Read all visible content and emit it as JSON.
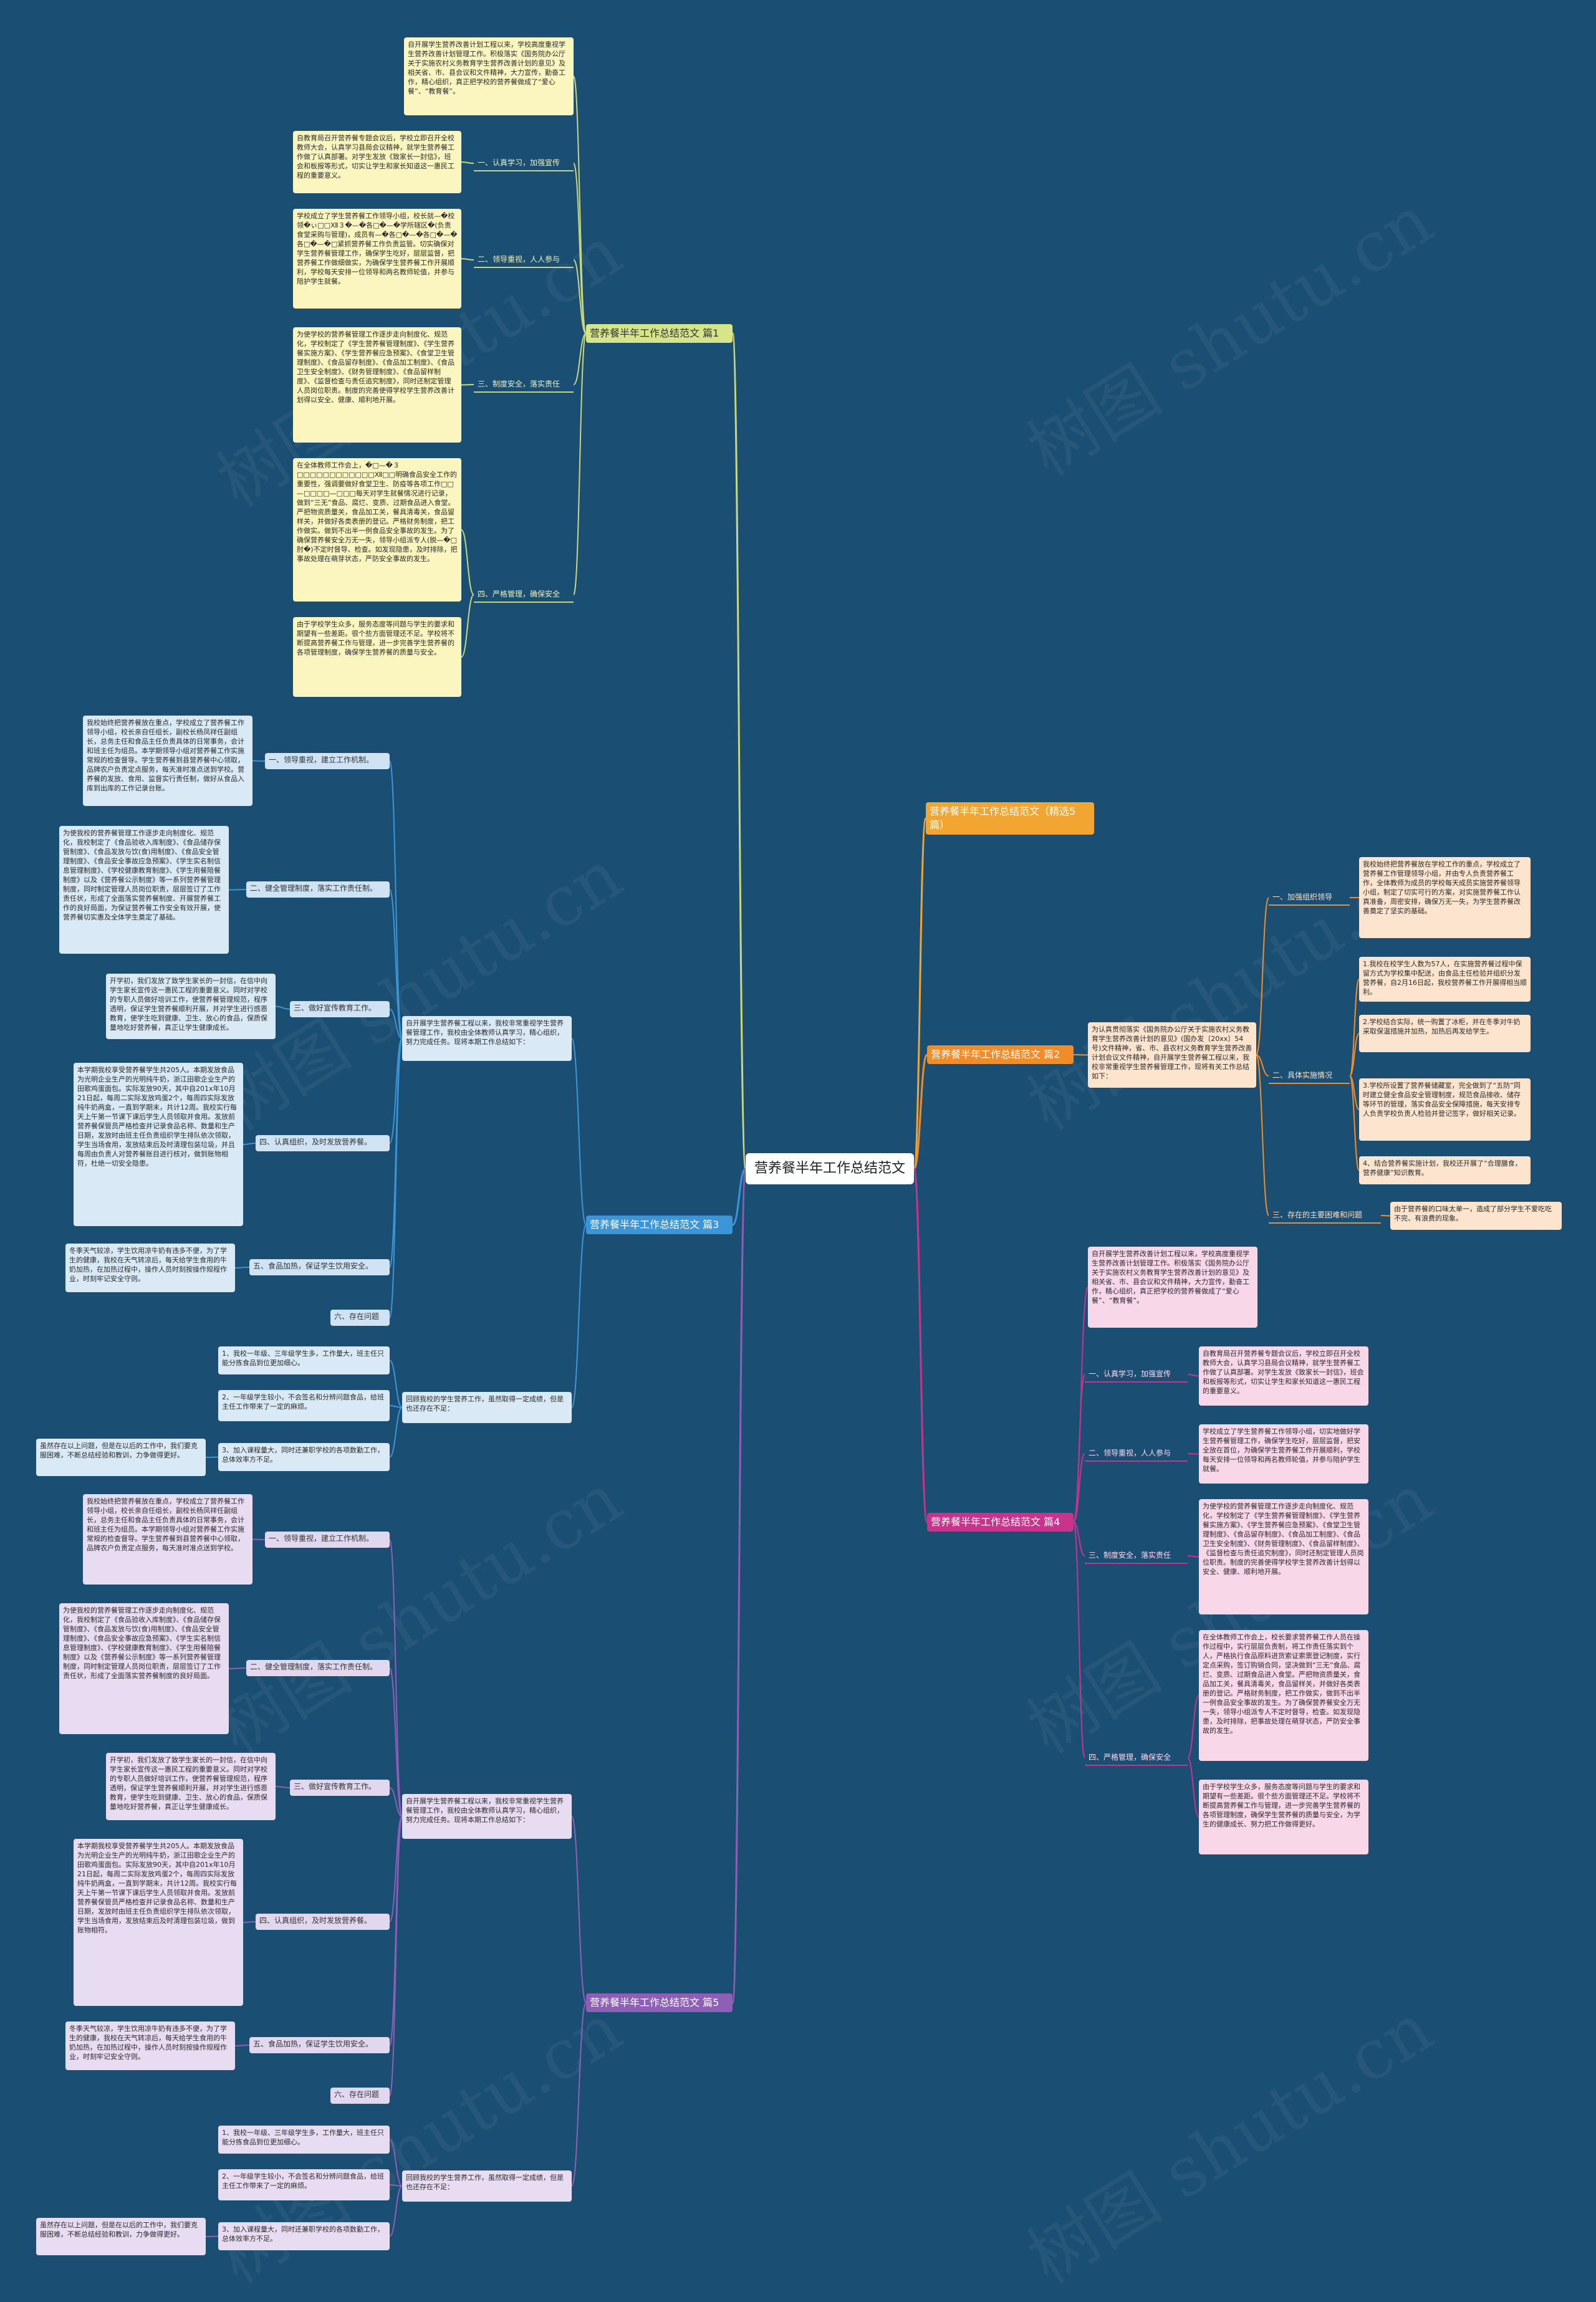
{
  "root": {
    "title": "营养餐半年工作总结范文"
  },
  "watermark": "树图 shutu.cn",
  "branches": {
    "p1": "营养餐半年工作总结范文 篇1",
    "top": "营养餐半年工作总结范文（精选5篇）",
    "p2": "营养餐半年工作总结范文 篇2",
    "p3": "营养餐半年工作总结范文 篇3",
    "p4": "营养餐半年工作总结范文 篇4",
    "p5": "营养餐半年工作总结范文 篇5"
  },
  "p1": {
    "intro": "自开展学生营养改善计划工程以来，学校高度重视学生营养改善计划管理工作。积极落实《国务院办公厅关于实施农村义务教育学生营养改善计划的意见》及相关省、市、县会议和文件精神，大力宣传，勤奋工作，精心组织，真正把学校的营养餐做成了“爱心餐”、“教育餐”。",
    "s1_label": "一、认真学习，加强宣传",
    "s1_text": "自教育局召开营养餐专题会议后，学校立即召开全校教师大会，认真学习县局会议精神，就学生营养餐工作做了认真部署。对学生发放《致家长一封信》，班会和板报等形式，切实让学生和家长知道这一惠民工程的重要意义。",
    "s2_label": "二、领导重视，人人参与",
    "s2_text": "学校成立了学生营养餐工作领导小组，校长就—�校领�ぃ□□Ⅻ３�—�各□�—�学所辖区�(负责食堂采购与管理)，成员有—�各□�—�各□�—�各□�—�□紧抓营养餐工作负责监管。切实确保对学生营养餐管理工作，确保学生吃好，层层监督，把营养餐工作做细做实，为确保学生营养餐工作开展顺利，学校每天安排一位领导和两名教师轮值，并参与陪护学生就餐。",
    "s3_label": "三、制度安全，落实责任",
    "s3_text": "为使学校的营养餐管理工作逐步走向制度化、规范化，学校制定了《学生营养餐管理制度》、《学生营养餐实施方案》、《学生营养餐应急预案》、《食堂卫生管理制度》、《食品留存制度》、《食品加工制度》、《食品卫生安全制度》、《财务管理制度》、《食品留样制度》、《监督检查与责任追究制度》，同时还制定管理人员岗位职责。制度的完善使得学校学生营养改善计划得以安全、健康、顺利地开展。",
    "s4_label": "四、严格管理，确保安全",
    "s4_text": "在全体教师工作会上，�□—�３□□□□□□□□□□□□Ⅻ□□明确食品安全工作的重要性，强调要做好食堂卫生、防疫等各项工作□□—□□□□—□□□每天对学生就餐情况进行记录，做到“三无”食品、腐烂、变质、过期食品进入食堂。严把物资质量关，食品加工关，餐具清毒关，食品留样关，并做好各类表册的登记。严格财务制度，把工作做实。做到不出半一例食品安全事故的发生。为了确保营养餐安全万无一失，领导小组派专人(脱—�□肘�)不定时督导、检查。如发现隐患，及时排除，把事故处理在萌芽状态，严防安全事故的发生。",
    "end": "由于学校学生众多，服务态度等问题与学生的要求和期望有一些差距。很个些方面管理还不足。学校将不断提高营养餐工作与管理，进一步完善学生营养餐的各项管理制度，确保学生营养餐的质量与安全。"
  },
  "p2": {
    "intro": "为认真贯彻落实《国务院办公厅关于实施农村义务教育学生营养改善计划的意见》(国办发〔20xx〕54号)文件精神，省、市、县农村义务教育学生营养改善计划会议文件精神，自开展学生营养餐工程以来，我校非常重视学生营养餐管理工作，现将有关工作总结如下：",
    "s1_label": "一、加强组织领导",
    "s1_text": "我校始终把营养餐放在学校工作的重点，学校成立了营养餐工作管理领导小组，并由专人负责营养餐工作，全体教师为成员的学校每天成员实施营养餐领导小组，制定了切实可行的方案，对实施营养餐工作认真准备，周密安排，确保万无一失，为学生营养餐改善奠定了坚实的基础。",
    "s2_label": "二、具体实施情况",
    "s2_items": [
      "1.我校在校学生人数为57人，在实施营养餐过程中保留方式为学校集中配送，由食品主任检验并组织分发营养餐，自2月16日起，我校营养餐工作开展得相当顺利。",
      "2.学校结合实际，统一购置了冰柜，并在冬季对牛奶采取保温措施并加热，加热后再发给学生。",
      "3.学校所设置了营养餐储藏室，完全做到了“五防”同时建立健全食品安全管理制度，规范食品接收、储存等环节的管理，落实食品安全保障措施，每天安排专人负责学校负责人检验并登记签字，做好相关记录。",
      "4、结合营养餐实施计划，我校还开展了“合理膳食，营养健康”知识教育。"
    ],
    "s3_label": "三、存在的主要困难和问题",
    "s3_text": "由于营养餐的口味太单一，造成了部分学生不爱吃吃不完、有浪费的现象。"
  },
  "p3": {
    "s1_label": "一、领导重视，建立工作机制。",
    "s1_text": "我校始终把营养餐放在重点，学校成立了营养餐工作领导小组，校长亲自任组长，副校长杨凤祥任副组长，总务主任和食品主任负责具体的日常事务，会计和班主任为组员。本学期领导小组对营养餐工作实施常规的检查督导。学生营养餐到县营养餐中心领取，品牌农户负责定点服务，每天准时准点送到学校。营养餐的发放、食用、监督实行责任制，做好从食品入库到出库的工作记录台账。",
    "s2_label": "二、健全管理制度，落实工作责任制。",
    "s2_text": "为使我校的营养餐管理工作逐步走向制度化、规范化，我校制定了《食品验收入库制度》、《食品储存保管制度》、《食品发放与饮(食)用制度》、《食品安全管理制度》、《食品安全事故应急预案》、《学生实名制信息管理制度》、《学校健康教育制度》、《学生用餐陪餐制度》以及《营养餐公示制度》等一系列营养餐管理制度，同时制定管理人员岗位职责，层层签订了工作责任状，形成了全面落实营养餐制度、开展营养餐工作的良好局面，为保证营养餐工作安全有效开展，使营养餐切实惠及全体学生奠定了基础。",
    "s3_label": "三、做好宣传教育工作。",
    "s3_text": "开学初，我们发放了致学生家长的一封信，在信中向学生家长宣传这一惠民工程的重要意义。同时对学校的专职人员做好培训工作，使营养餐管理规范，程序透明，保证学生营养餐顺利开展，并对学生进行感恩教育，使学生吃到健康、卫生、放心的食品，保质保量地吃好营养餐，真正让学生健康成长。",
    "s4_label": "四、认真组织，及时发放营养餐。",
    "s4_text": "本学期我校享受营养餐学生共205人。本期发放食品为光明企业生产的光明纯牛奶，浙江田歌企业生产的田歌鸡蛋面包。实际发放90天，其中自201x年10月21日起，每周二实际发放鸡蛋2个，每周四实际发放纯牛奶两盒，一直到学期末，共计12周。我校实行每天上午第一节课下课后学生人员领取并食用。发放前营养餐保管员严格检查并记录食品名称、数量和生产日期，发放时由班主任负责组织学生排队依次领取，学生当场食用，发放结束后及时清理包装垃圾，并且每周由负责人对营养餐账目进行核对，做到账物相符，杜绝一切安全隐患。",
    "s5_label": "五、食品加热，保证学生饮用安全。",
    "s5_text": "冬季天气较凉，学生饮用凉牛奶有违多不便，为了学生的健康，我校在天气转凉后，每天给学生食用的牛奶加热，在加热过程中，操作人员时刻按操作规程作业，时刻牢记安全守则。",
    "s6_label": "六、存在问题",
    "s6_intro": "回顾我校的学生营养工作，虽然取得一定成绩，但是也还存在不足：",
    "s6_items": [
      "1、我校一年级、三年级学生多，工作量大，班主任只能分拣食品到位更加细心。",
      "2、一年级学生较小，不会签名和分辨问题食品，给班主任工作带来了一定的麻烦。",
      "3、加入课程量大，同时还兼职学校的各项数勤工作，总体效率方不足。"
    ],
    "s6_end": "虽然存在以上问题，但是在以后的工作中，我们要克服困难，不断总结经验和教训，力争做得更好。"
  },
  "p4": {
    "intro": "自开展学生营养改善计划工程以来，学校高度重视学生营养改善计划管理工作。积极落实《国务院办公厅关于实施农村义务教育学生营养改善计划的意见》及相关省、市、县会议和文件精神，大力宣传，勤奋工作，精心组织，真正把学校的营养餐做成了“爱心餐”、“教育餐”。",
    "s1_label": "一、认真学习，加强宣传",
    "s1_text": "自教育局召开营养餐专题会议后，学校立即召开全校教师大会，认真学习县局会议精神，就学生营养餐工作做了认真部署。对学生发放《致家长一封信》，班会和板报等形式，切实让学生和家长知道这一惠民工程的重要意义。",
    "s2_label": "二、领导重视，人人参与",
    "s2_text": "学校成立了学生营养餐工作领导小组，切实地做好学生营养餐管理工作，确保学生吃好，层层监督，把安全放在首位，为确保学生营养餐工作开展顺利，学校每天安排一位领导和两名教师轮值，并参与陪护学生就餐。",
    "s3_label": "三、制度安全，落实责任",
    "s3_text": "为使学校的营养餐管理工作逐步走向制度化、规范化，学校制定了《学生营养餐管理制度》、《学生营养餐实施方案》、《学生营养餐应急预案》、《食堂卫生管理制度》、《食品留存制度》、《食品加工制度》、《食品卫生安全制度》、《财务管理制度》、《食品留样制度》、《监督检查与责任追究制度》，同时还制定管理人员岗位职责。制度的完善使得学校学生营养改善计划得以安全、健康、顺利地开展。",
    "s4_label": "四、严格管理，确保安全",
    "s4_text": "在全体教师工作会上，校长要求营养餐工作人员在操作过程中，实行层层负责制，将工作责任落实到个人，严格执行食品原料进货索证索票登记制度，实行定点采购，签订购销合同，坚决做到“三无”食品、腐烂、变质、过期食品进入食堂。严把物资质量关，食品加工关，餐具清毒关，食品留样关，并做好各类表册的登记。严格财务制度，把工作做实，做到不出半一例食品安全事故的发生。为了确保营养餐安全万无一失，领导小组派专人不定时督导，检查。如发现隐患，及时排除，把事故处理在萌芽状态，严防安全事故的发生。",
    "end": "由于学校学生众多，服务态度等问题与学生的要求和期望有一些差距。很个些方面管理还不足。学校将不断提高营养餐工作与管理，进一步完善学生营养餐的各项管理制度，确保学生营养餐的质量与安全，为学生的健康成长、努力把工作做得更好。"
  },
  "p5": {
    "s1_label": "一、领导重视，建立工作机制。",
    "s1_text": "我校始终把营养餐放在重点，学校成立了营养餐工作领导小组，校长亲自任组长，副校长杨凤祥任副组长，总务主任和食品主任负责具体的日常事务，会计和班主任为组员。本学期领导小组对营养餐工作实施常规的检查督导。学生营养餐到县营养餐中心领取，品牌农户负责定点服务，每天准时准点送到学校。",
    "s2_label": "二、健全管理制度，落实工作责任制。",
    "s2_text": "为使我校的营养餐管理工作逐步走向制度化、规范化，我校制定了《食品验收入库制度》、《食品储存保管制度》、《食品发放与饮(食)用制度》、《食品安全管理制度》、《食品安全事故应急预案》、《学生实名制信息管理制度》、《学校健康教育制度》、《学生用餐陪餐制度》以及《营养餐公示制度》等一系列营养餐管理制度，同时制定管理人员岗位职责，层层签订了工作责任状，形成了全面落实营养餐制度的良好局面。",
    "s3_label": "三、做好宣传教育工作。",
    "s3_text": "开学初，我们发放了致学生家长的一封信，在信中向学生家长宣传这一惠民工程的重要意义。同时对学校的专职人员做好培训工作，使营养餐管理规范，程序透明，保证学生营养餐顺利开展，并对学生进行感恩教育，使学生吃到健康、卫生、放心的食品，保质保量地吃好营养餐，真正让学生健康成长。",
    "s4_label": "四、认真组织，及时发放营养餐。",
    "s4_text": "本学期我校享受营养餐学生共205人。本期发放食品为光明企业生产的光明纯牛奶，浙江田歌企业生产的田歌鸡蛋面包。实际发放90天，其中自201x年10月21日起，每周二实际发放鸡蛋2个，每周四实际发放纯牛奶两盒，一直到学期末，共计12周。我校实行每天上午第一节课下课后学生人员领取并食用。发放前营养餐保管员严格检查并记录食品名称、数量和生产日期，发放时由班主任负责组织学生排队依次领取，学生当场食用，发放结束后及时清理包装垃圾，做到账物相符。",
    "s5_label": "五、食品加热，保证学生饮用安全。",
    "s5_text": "冬季天气较凉，学生饮用凉牛奶有违多不便，为了学生的健康，我校在天气转凉后，每天给学生食用的牛奶加热，在加热过程中，操作人员时刻按操作规程作业，时刻牢记安全守则。",
    "s6_label": "六、存在问题",
    "s6_intro": "回顾我校的学生营养工作，虽然取得一定成绩，但是也还存在不足：",
    "s6_items": [
      "1、我校一年级、三年级学生多，工作量大，班主任只能分拣食品到位更加细心。",
      "2、一年级学生较小，不会签名和分辨问题食品，给班主任工作带来了一定的麻烦。",
      "3、加入课程量大，同时还兼职学校的各项数勤工作，总体效率方不足。"
    ],
    "s6_end": "虽然存在以上问题，但是在以后的工作中，我们要克服困难，不断总结经验和教训，力争做得更好。"
  }
}
